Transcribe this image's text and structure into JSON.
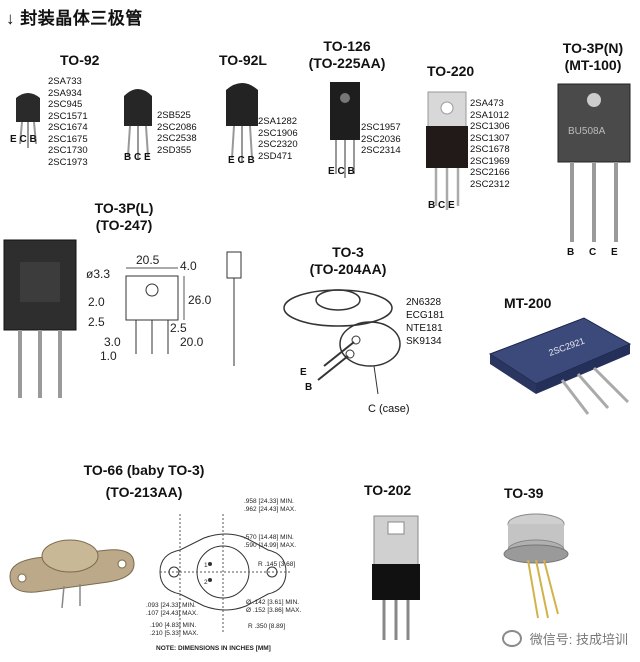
{
  "header": {
    "arrow": "↓",
    "title": "封装晶体三极管"
  },
  "packages": {
    "to92": {
      "name": "TO-92",
      "parts": [
        "2SA733",
        "2SA934",
        "2SC945",
        "2SC1571",
        "2SC1674",
        "2SC1675",
        "2SC1730",
        "2SC1973"
      ],
      "pins": "E C B",
      "parts2": [
        "2SB525",
        "2SC2086",
        "2SC2538",
        "2SD355"
      ],
      "pins2": "B C E"
    },
    "to92l": {
      "name": "TO-92L",
      "parts": [
        "2SA1282",
        "2SC1906",
        "2SC2320",
        "2SD471"
      ],
      "pins": "E C B"
    },
    "to126": {
      "name": "TO-126",
      "alt": "(TO-225AA)",
      "parts": [
        "2SC1957",
        "2SC2036",
        "2SC2314"
      ],
      "pins": "E C B"
    },
    "to220": {
      "name": "TO-220",
      "parts": [
        "2SA473",
        "2SA1012",
        "2SC1306",
        "2SC1307",
        "2SC1678",
        "2SC1969",
        "2SC2166",
        "2SC2312"
      ],
      "pins": "B C E"
    },
    "to3pn": {
      "name": "TO-3P(N)",
      "alt": "(MT-100)",
      "pins": "B C E",
      "marking": "BU508A"
    },
    "to3pl": {
      "name": "TO-3P(L)",
      "alt": "(TO-247)"
    },
    "to3": {
      "name": "TO-3",
      "alt": "(TO-204AA)",
      "parts": [
        "2N6328",
        "ECG181",
        "NTE181",
        "SK9134"
      ],
      "e": "E",
      "b": "B",
      "c": "C (case)"
    },
    "mt200": {
      "name": "MT-200",
      "marking": "2SC2921"
    },
    "to66": {
      "name": "TO-66 (baby TO-3)",
      "alt": "(TO-213AA)"
    },
    "to202": {
      "name": "TO-202"
    },
    "to39": {
      "name": "TO-39"
    }
  },
  "to247_dims": {
    "d1": "ø3.3",
    "d2": "20.5",
    "d3": "4.0",
    "d4": "2.0",
    "d5": "26.0",
    "d6": "2.5",
    "d7": "2.5",
    "d8": "3.0",
    "d9": "20.0",
    "d10": "1.0"
  },
  "to66_dims": {
    "a": ".958 [24.33] MIN.",
    "b": ".962 [24.43] MAX.",
    "c": ".570 [14.48] MIN.",
    "d": ".590 [14.99] MAX.",
    "e": "R .145 [3.68]",
    "f": "Ø .142 [3.61] MIN.",
    "g": "Ø .152 [3.86] MAX.",
    "h": ".093 [24.33] MIN.",
    "i": ".107 [24.43] MAX.",
    "j": "R .350 [8.89]",
    "k": ".190 [4.83] MIN.",
    "l": ".210 [5.33] MAX.",
    "note": "NOTE: DIMENSIONS IN INCHES [MM]",
    "p1": "1",
    "p2": "2"
  },
  "watermark": {
    "text": "微信号: 技成培训"
  }
}
